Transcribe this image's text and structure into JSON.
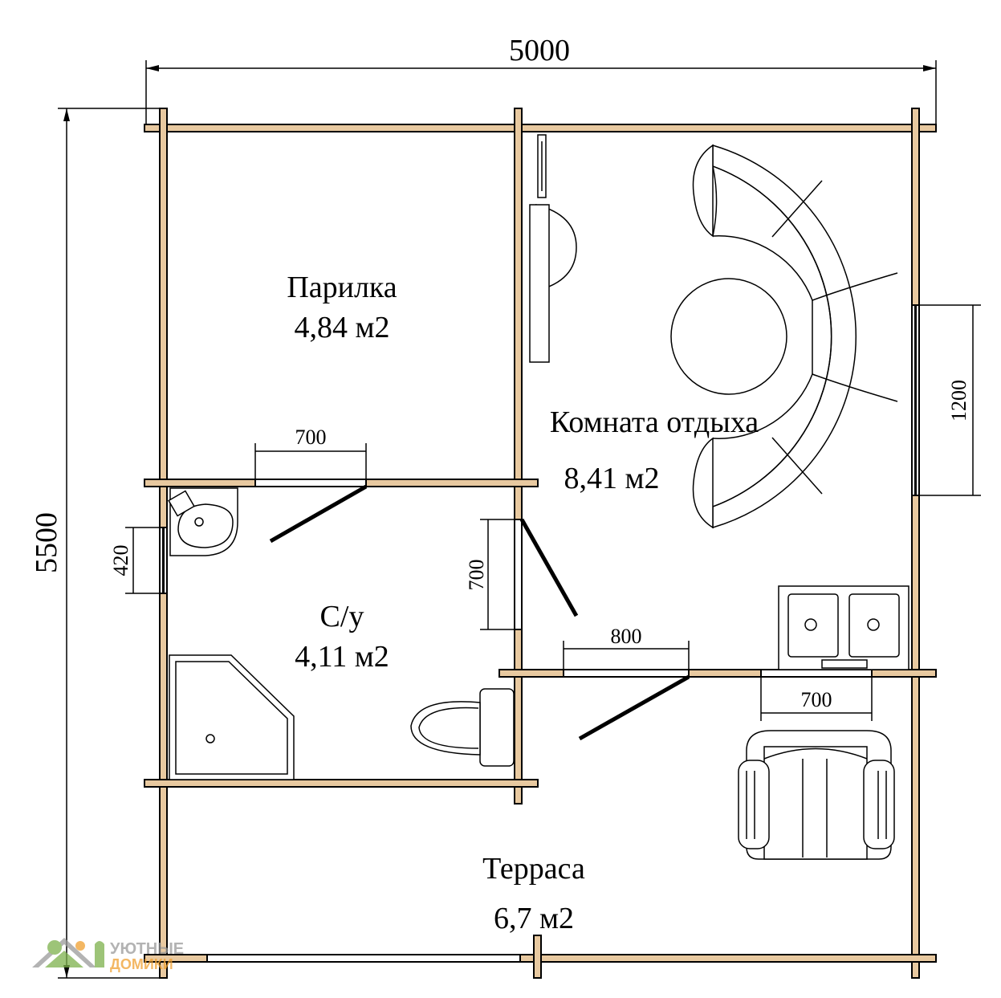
{
  "dimensions": {
    "total_width": "5000",
    "total_height": "5500",
    "window_right": "1200",
    "door_steam": "700",
    "door_bath_side": "700",
    "door_rest_bottom": "800",
    "window_rest_bottom": "700",
    "window_bath_left": "420"
  },
  "rooms": {
    "steam": {
      "name": "Парилка",
      "area": "4,84 м2"
    },
    "rest": {
      "name": "Комната отдыха",
      "area": "8,41 м2"
    },
    "bath": {
      "name": "С/у",
      "area": "4,11 м2"
    },
    "terrace": {
      "name": "Терраса",
      "area": "6,7 м2"
    }
  },
  "logo": {
    "line1": "УЮТНЫЕ",
    "line2": "ДОМИКИ"
  },
  "colors": {
    "wall": "#E8C9A0",
    "line": "#000000",
    "logo_green": "#7DB14B",
    "logo_gray": "#9A9A9A",
    "logo_orange": "#F0A030"
  }
}
